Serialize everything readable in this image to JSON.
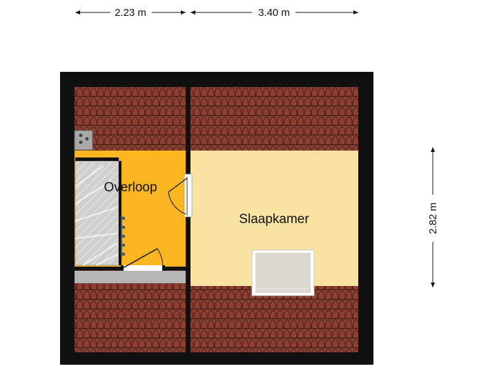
{
  "dimensions": {
    "width_left": "2.23 m",
    "width_right": "3.40 m",
    "height_right": "2.82 m"
  },
  "rooms": {
    "overloop": "Overloop",
    "slaapkamer": "Slaapkamer"
  },
  "colors": {
    "wall": "#111111",
    "roof_tile": "#8b4033",
    "tile_line": "#3e1a13",
    "overloop_fill": "#fbb622",
    "slaapkamer_fill": "#f8e3a3",
    "stair": "#c8c8c8",
    "window": "#d9d7cf"
  }
}
